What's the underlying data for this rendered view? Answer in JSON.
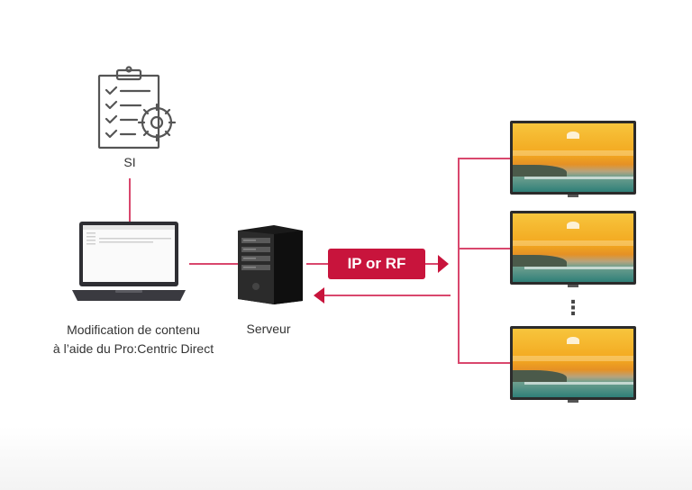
{
  "diagram": {
    "si_label": "SI",
    "laptop_label_line1": "Modification de contenu",
    "laptop_label_line2": "à l’aide du Pro:Centric Direct",
    "server_label": "Serveur",
    "protocol_badge": "IP or RF",
    "ellipsis": "⋮",
    "accent_color": "#c8143c",
    "line_color": "#d9476d"
  }
}
